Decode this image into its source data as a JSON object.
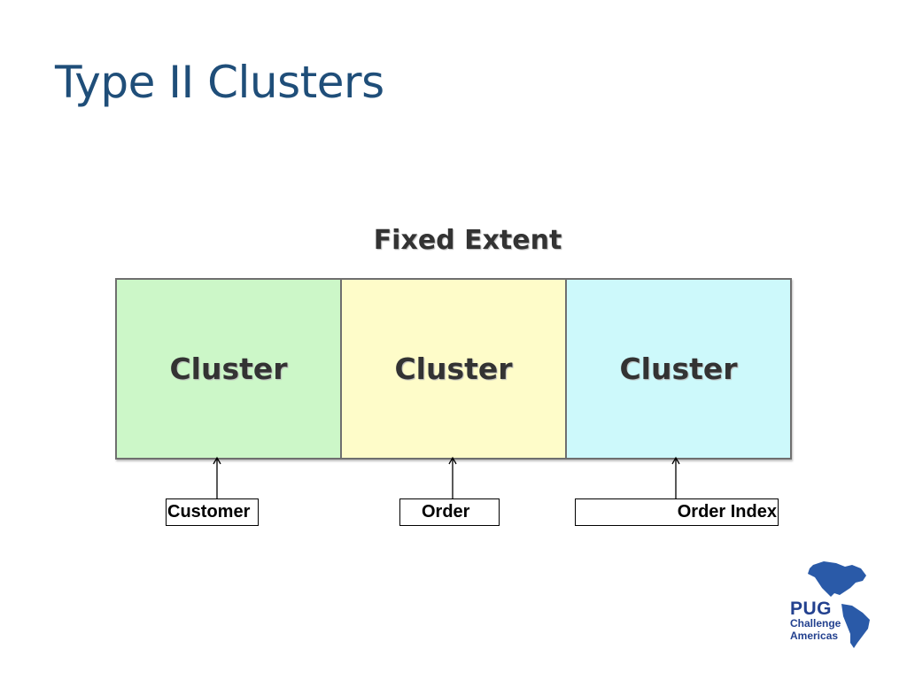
{
  "slide": {
    "title": "Type II Clusters"
  },
  "diagram": {
    "heading": "Fixed Extent",
    "clusters": [
      {
        "label": "Cluster",
        "fill": "#ccf7c8"
      },
      {
        "label": "Cluster",
        "fill": "#fefcc9"
      },
      {
        "label": "Cluster",
        "fill": "#cdf9fb"
      }
    ],
    "pointers": [
      "Customer",
      "Order",
      "Order Index"
    ]
  },
  "logo": {
    "line1": "PUG",
    "line2": "Challenge",
    "line3": "Americas",
    "color": "#23418f"
  }
}
